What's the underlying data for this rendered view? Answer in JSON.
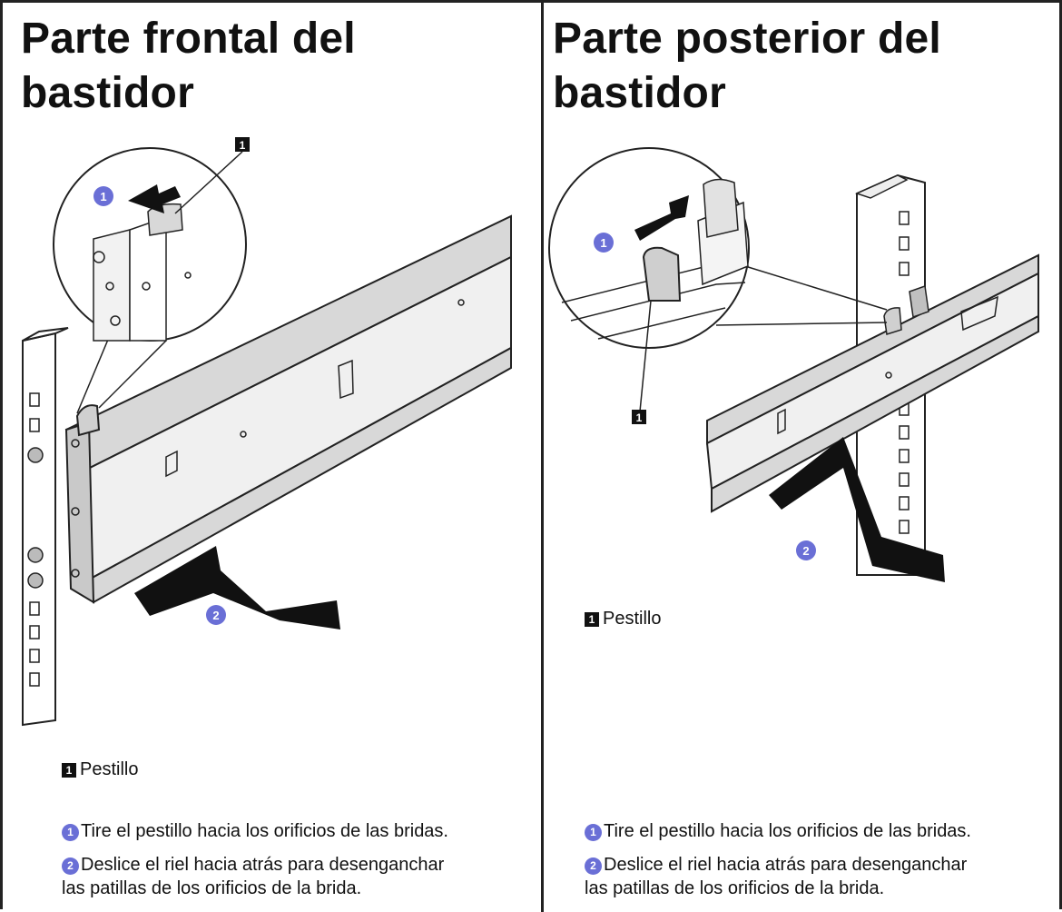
{
  "left": {
    "title_line1": "Parte frontal del",
    "title_line2": "bastidor",
    "callout_label": "1",
    "step1_marker": "1",
    "step2_marker": "2",
    "legend_num": "1",
    "legend_text": "Pestillo",
    "steps": [
      {
        "num": "1",
        "text": "Tire el pestillo hacia los orificios de las bridas."
      },
      {
        "num": "2",
        "text": "Deslice el riel hacia atrás para desenganchar"
      },
      {
        "num": "",
        "text": "las patillas de los orificios de la brida."
      }
    ]
  },
  "right": {
    "title_line1": "Parte posterior del",
    "title_line2": "bastidor",
    "callout_label": "1",
    "step1_marker": "1",
    "step2_marker": "2",
    "legend_num": "1",
    "legend_text": "Pestillo",
    "steps": [
      {
        "num": "1",
        "text": "Tire el pestillo hacia los orificios de las bridas."
      },
      {
        "num": "2",
        "text": "Deslice el riel hacia atrás para desenganchar"
      },
      {
        "num": "",
        "text": "las patillas de los orificios de la brida."
      }
    ]
  },
  "colors": {
    "step_badge": "#6a6fd6",
    "border": "#222222",
    "rail_fill": "#e8e8e8"
  }
}
